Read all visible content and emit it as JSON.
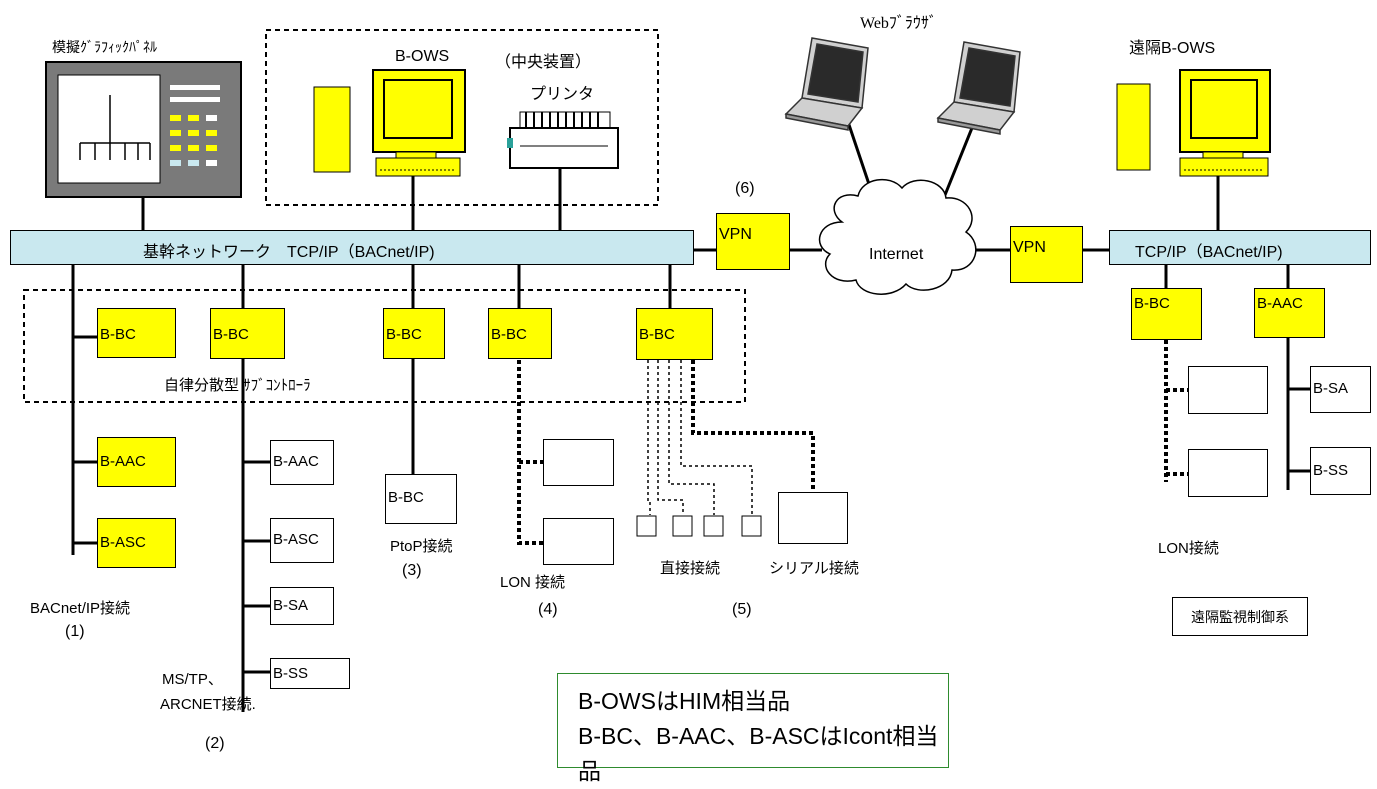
{
  "colors": {
    "device_fill": "#ffff00",
    "network_bar": "#c9e8ef",
    "note_border": "#2e8b2e"
  },
  "labels": {
    "graphic_panel": "模擬ｸﾞﾗﾌｨｯｸﾊﾟﾈﾙ",
    "bows": "B-OWS",
    "central_unit": "（中央装置）",
    "printer": "プリンタ",
    "web_browser": "Webﾌﾞﾗｳｻﾞ",
    "remote_bows": "遠隔B-OWS",
    "backbone": "基幹ネットワーク　TCP/IP（BACnet/IP)",
    "remote_tcpip": "TCP/IP（BACnet/IP)",
    "vpn_left": "VPN",
    "vpn_right": "VPN",
    "internet": "Internet",
    "six": "(6)",
    "subcontroller": "自律分散型 ｻﾌﾞｺﾝﾄﾛｰﾗ",
    "bacnet_ip_conn": "BACnet/IP接続",
    "one": "(1)",
    "mstp": "MS/TP、",
    "arcnet": "ARCNET接続.",
    "two": "(2)",
    "ptop": "PtoP接続",
    "three": "(3)",
    "lon4": "LON 接続",
    "four": "(4)",
    "direct": "直接接続",
    "serial": "シリアル接続",
    "five": "(5)",
    "lon_remote": "LON接続",
    "remote_system": "遠隔監視制御系"
  },
  "devices": {
    "bbc1": "B-BC",
    "bbc2": "B-BC",
    "bbc3": "B-BC",
    "bbc4": "B-BC",
    "bbc5": "B-BC",
    "baac1": "B-AAC",
    "basc1": "B-ASC",
    "baac2": "B-AAC",
    "basc2": "B-ASC",
    "bsa2": "B-SA",
    "bss2": "B-SS",
    "bbc_ptop": "B-BC",
    "r_bbc": "B-BC",
    "r_baac": "B-AAC",
    "r_bsa": "B-SA",
    "r_bss": "B-SS"
  },
  "note": {
    "line1": "B-OWSはHIM相当品",
    "line2": "B-BC、B-AAC、B-ASCはIcont相当品"
  }
}
